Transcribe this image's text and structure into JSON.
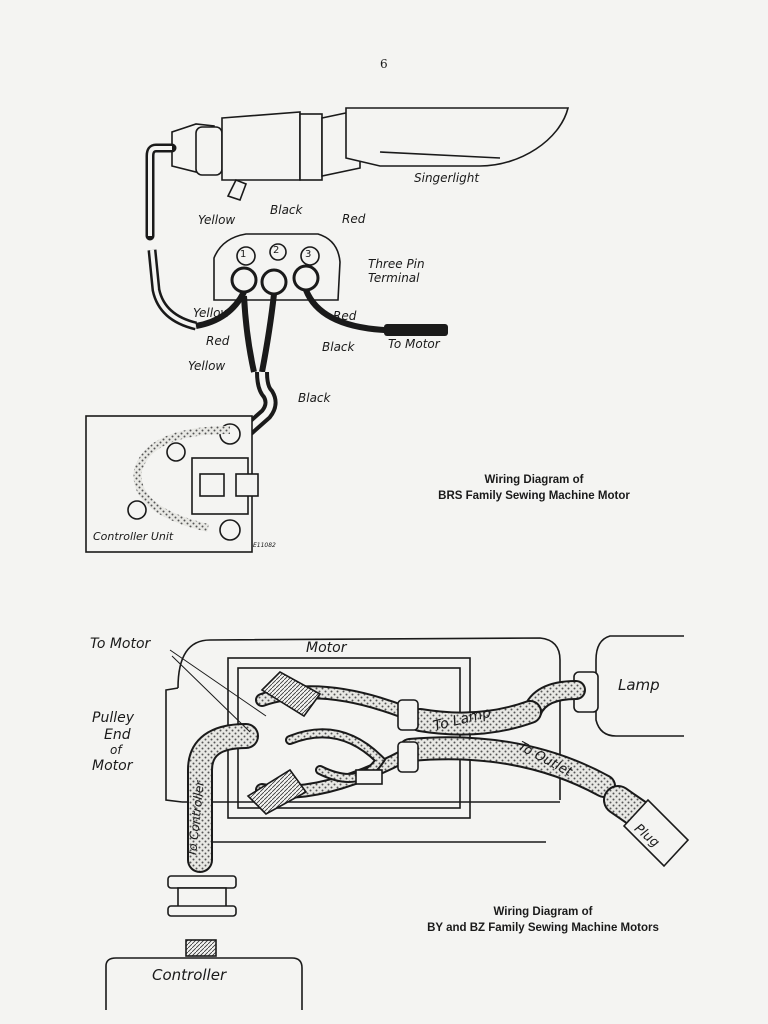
{
  "page": {
    "number": "6"
  },
  "diagram_brs": {
    "caption_line1": "Wiring Diagram of",
    "caption_line2": "BRS Family Sewing Machine Motor",
    "labels": {
      "singerlight": "Singerlight",
      "black_top": "Black",
      "yellow_top": "Yellow",
      "red_top": "Red",
      "three_pin": "Three Pin",
      "terminal": "Terminal",
      "yellow_wire": "Yellow",
      "red_wire_right": "Red",
      "red_wire_left": "Red",
      "black_wire": "Black",
      "to_motor": "To Motor",
      "yellow_lower": "Yellow",
      "black_lower": "Black",
      "controller_unit": "Controller Unit",
      "figure_code": "E11082"
    },
    "pins": [
      "1",
      "2",
      "3"
    ]
  },
  "diagram_byz": {
    "caption_line1": "Wiring Diagram of",
    "caption_line2": "BY and BZ Family Sewing Machine Motors",
    "labels": {
      "to_motor": "To Motor",
      "motor": "Motor",
      "lamp": "Lamp",
      "pulley_1": "Pulley",
      "pulley_2": "End",
      "pulley_3": "of",
      "pulley_4": "Motor",
      "to_lamp": "To Lamp",
      "to_outlet": "To Outlet",
      "plug": "Plug",
      "to_controller": "To Controller",
      "controller": "Controller"
    }
  }
}
